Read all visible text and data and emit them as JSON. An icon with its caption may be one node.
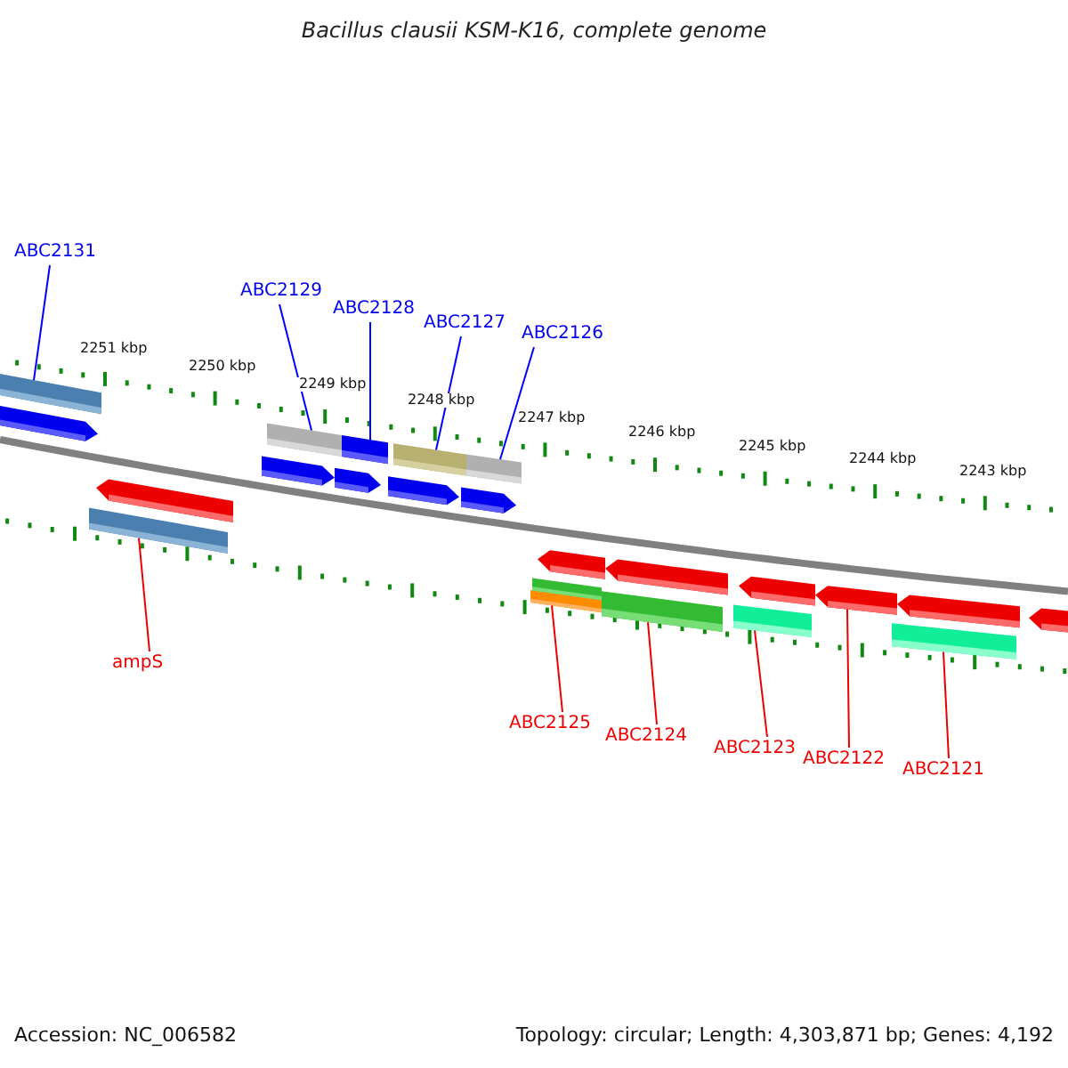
{
  "diagram": {
    "title": "Bacillus clausii KSM-K16, complete genome",
    "nodes": [
      {
        "text": [
          "ABC2131"
        ]
      },
      {
        "text": [],
        "shape": "bar"
      },
      {
        "text": [
          "ABC2129"
        ]
      },
      {
        "text": [],
        "shape": "bar"
      },
      {
        "text": [
          "ABC2128"
        ]
      },
      {
        "text": [],
        "shape": "bar"
      },
      {
        "text": [
          "ABC2127"
        ]
      },
      {
        "text": [],
        "shape": "bar"
      },
      {
        "text": [
          "ABC2126"
        ]
      },
      {
        "text": [],
        "shape": "bar"
      },
      {
        "text": [
          "ampS"
        ]
      },
      {
        "text": [],
        "shape": "bar"
      },
      {
        "text": [
          "ABC2125"
        ]
      },
      {
        "text": [],
        "shape": "bar"
      },
      {
        "text": [
          "ABC2124"
        ]
      },
      {
        "text": [],
        "shape": "bar"
      },
      {
        "text": [
          "ABC2123"
        ]
      },
      {
        "text": [],
        "shape": "bar"
      },
      {
        "text": [
          "ABC2122"
        ]
      },
      {
        "text": [],
        "shape": "arrow"
      },
      {
        "text": [
          "ABC2121"
        ]
      },
      {
        "text": [],
        "shape": "bar"
      },
      {
        "text": [],
        "shape": "arrow"
      },
      {
        "text": [],
        "shape": "arrow"
      },
      {
        "text": [],
        "shape": "arrow"
      },
      {
        "text": [],
        "shape": "arrow"
      },
      {
        "text": [],
        "shape": "arrow"
      },
      {
        "text": [],
        "shape": "arrow"
      },
      {
        "text": [],
        "shape": "bar"
      },
      {
        "text": [],
        "shape": "arrow"
      },
      {
        "text": [],
        "shape": "arrow"
      },
      {
        "text": [],
        "shape": "arrow"
      },
      {
        "text": [],
        "shape": "arrow"
      },
      {
        "text": [],
        "shape": "arrow"
      }
    ],
    "edges": [
      {
        "from": 0,
        "to": 1,
        "arrow": "none",
        "color": "#0000ff"
      },
      {
        "from": 2,
        "to": 3,
        "arrow": "none",
        "color": "#0000ff"
      },
      {
        "from": 4,
        "to": 5,
        "arrow": "none",
        "color": "#0000ff"
      },
      {
        "from": 6,
        "to": 7,
        "arrow": "none",
        "color": "#0000ff"
      },
      {
        "from": 8,
        "to": 9,
        "arrow": "none",
        "color": "#0000ff"
      },
      {
        "from": 10,
        "to": 11,
        "arrow": "none"
      },
      {
        "from": 12,
        "to": 13,
        "arrow": "none"
      },
      {
        "from": 14,
        "to": 15,
        "arrow": "none"
      },
      {
        "from": 16,
        "to": 17,
        "arrow": "none"
      },
      {
        "from": 18,
        "to": 19,
        "arrow": "none"
      },
      {
        "from": 20,
        "to": 21,
        "arrow": "none"
      }
    ],
    "labels": [
      "2251 kbp",
      "2250 kbp",
      "2249 kbp",
      "2248 kbp",
      "2247 kbp",
      "2246 kbp",
      "2245 kbp",
      "2244 kbp",
      "2243 kbp",
      "Accession: NC_006582",
      "Topology: circular; Length: 4,303,871 bp; Genes: 4,192"
    ]
  }
}
